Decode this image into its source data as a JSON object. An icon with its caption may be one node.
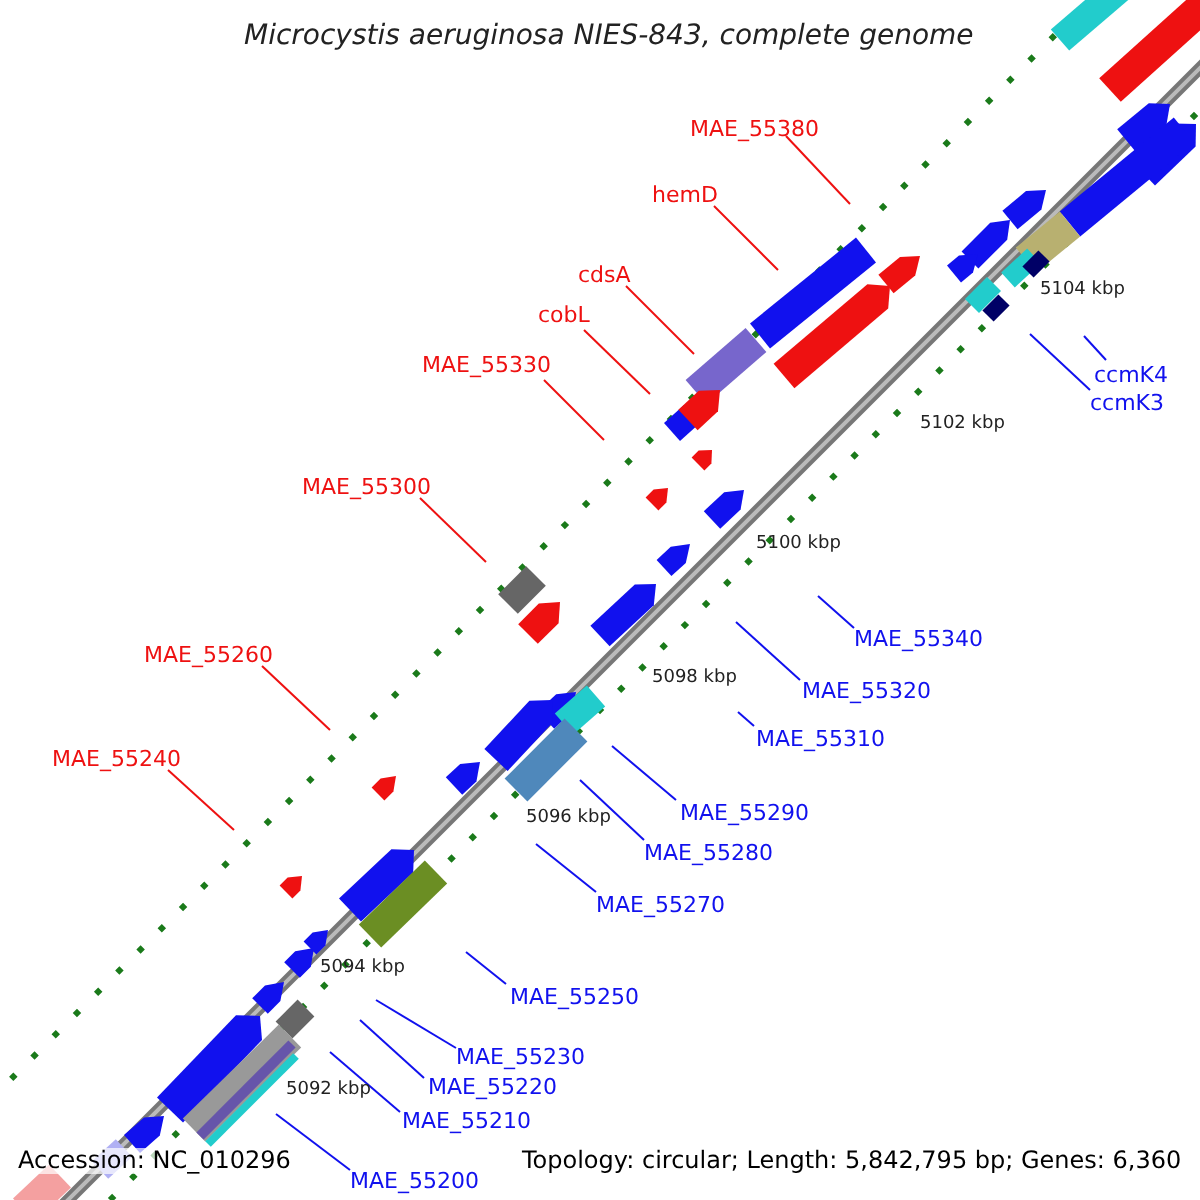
{
  "diagram": {
    "title": "Microcystis aeruginosa NIES-843, complete genome",
    "nodes": [
      {
        "text": [
          "MAE_55380"
        ]
      },
      {
        "text": [
          "hemD"
        ]
      },
      {
        "text": [
          "cdsA"
        ]
      },
      {
        "text": [
          "cobL"
        ]
      },
      {
        "text": [
          "MAE_55330"
        ]
      },
      {
        "text": [
          "ccmK4"
        ]
      },
      {
        "text": [
          "ccmK3"
        ]
      },
      {
        "text": [
          "MAE_55300"
        ]
      },
      {
        "text": [
          "MAE_55340"
        ]
      },
      {
        "text": [
          "MAE_55260"
        ]
      },
      {
        "text": [
          "MAE_55320"
        ]
      },
      {
        "text": [
          "MAE_55310"
        ]
      },
      {
        "text": [
          "MAE_55240"
        ]
      },
      {
        "text": [
          "MAE_55290"
        ]
      },
      {
        "text": [
          "MAE_55280"
        ]
      },
      {
        "text": [
          "MAE_55270"
        ]
      },
      {
        "text": [
          "MAE_55250"
        ]
      },
      {
        "text": [
          "MAE_55230"
        ]
      },
      {
        "text": [
          "MAE_55220"
        ]
      },
      {
        "text": [
          "MAE_55210"
        ]
      },
      {
        "text": [
          "MAE_55200"
        ]
      }
    ],
    "edges": [
      {
        "from": 0,
        "to": null,
        "arrow": "none",
        "color": "#ee1111"
      },
      {
        "from": 1,
        "to": null,
        "arrow": "none",
        "color": "#ee1111"
      },
      {
        "from": 2,
        "to": null,
        "arrow": "none",
        "color": "#ee1111"
      },
      {
        "from": 3,
        "to": null,
        "arrow": "none",
        "color": "#ee1111"
      },
      {
        "from": 4,
        "to": null,
        "arrow": "none",
        "color": "#ee1111"
      },
      {
        "from": 5,
        "to": null,
        "arrow": "none"
      },
      {
        "from": 6,
        "to": null,
        "arrow": "none"
      },
      {
        "from": 7,
        "to": null,
        "arrow": "none",
        "color": "#ee1111"
      },
      {
        "from": 8,
        "to": null,
        "arrow": "none"
      },
      {
        "from": 9,
        "to": null,
        "arrow": "none",
        "color": "#ee1111"
      },
      {
        "from": 10,
        "to": null,
        "arrow": "none"
      },
      {
        "from": 11,
        "to": null,
        "arrow": "none"
      },
      {
        "from": 12,
        "to": null,
        "arrow": "none",
        "color": "#ee1111"
      },
      {
        "from": 13,
        "to": null,
        "arrow": "none"
      },
      {
        "from": 14,
        "to": null,
        "arrow": "none"
      },
      {
        "from": 15,
        "to": null,
        "arrow": "none"
      },
      {
        "from": 16,
        "to": null,
        "arrow": "none"
      },
      {
        "from": 17,
        "to": null,
        "arrow": "none"
      },
      {
        "from": 18,
        "to": null,
        "arrow": "none"
      },
      {
        "from": 19,
        "to": null,
        "arrow": "none"
      },
      {
        "from": 20,
        "to": null,
        "arrow": "none"
      }
    ],
    "labels": [
      "5104 kbp",
      "5102 kbp",
      "5100 kbp",
      "5098 kbp",
      "5096 kbp",
      "5094 kbp",
      "5092 kbp",
      "Accession: NC_010296",
      "Topology: circular; Length: 5,842,795 bp; Genes: 6,360"
    ]
  }
}
